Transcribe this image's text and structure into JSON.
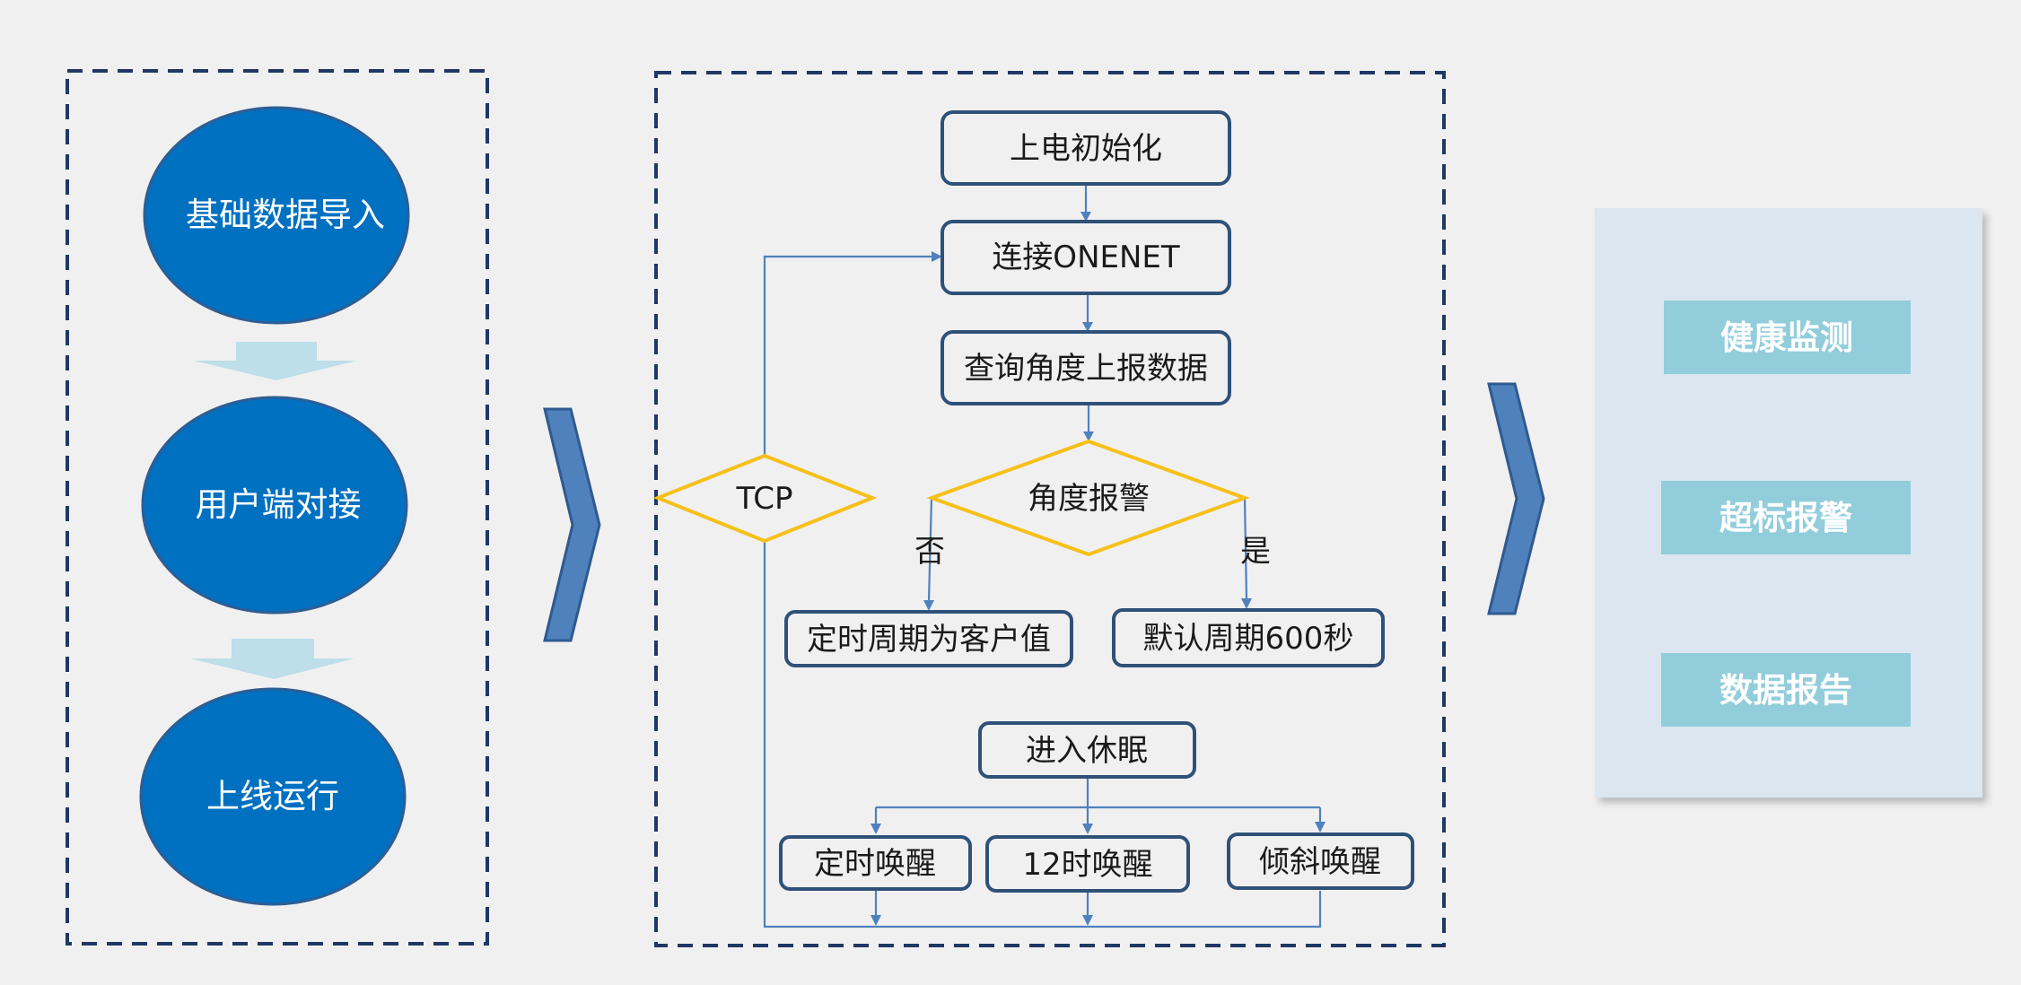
{
  "left_steps": [
    "基础数据导入",
    "用户端对接",
    "上线运行"
  ],
  "flow": {
    "power_on": "上电初始化",
    "connect": "连接ONENET",
    "query": "查询角度上报数据",
    "angle_alarm": "角度报警",
    "tcp": "TCP",
    "branch_no": "否",
    "branch_yes": "是",
    "custom_period": "定时周期为客户值",
    "default_period": "默认周期600秒",
    "sleep": "进入休眠",
    "wake_timer": "定时唤醒",
    "wake_12h": "12时唤醒",
    "wake_tilt": "倾斜唤醒"
  },
  "results": [
    "健康监测",
    "超标报警",
    "数据报告"
  ],
  "colors": {
    "frame": "#1f3864",
    "circle": "#0070c0",
    "chevron": "#4f81bd",
    "diamond": "#f5c019",
    "result_box": "#92cddc",
    "panel": "#dce6f1"
  }
}
